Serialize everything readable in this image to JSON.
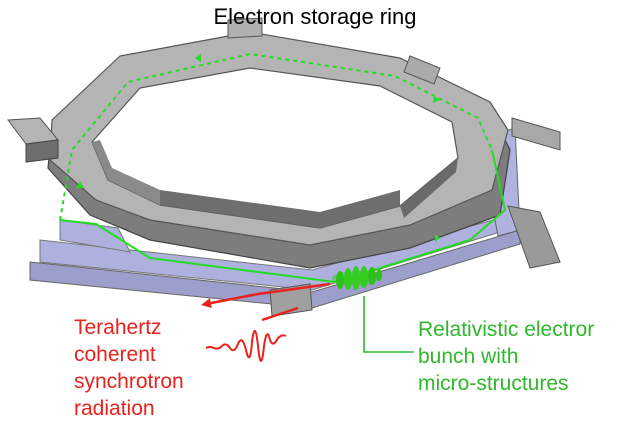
{
  "title": "Electron storage ring",
  "thz_label": {
    "lines": [
      "Terahertz",
      "coherent",
      "synchrotron",
      "radiation"
    ],
    "color": "#e8221c"
  },
  "bunch_label": {
    "lines": [
      "Relativistic electror",
      "bunch with",
      "micro-structures"
    ],
    "color": "#2fb82a"
  },
  "colors": {
    "ring_top": "#b4b4b4",
    "ring_side": "#7d7d7d",
    "ring_dark": "#4c4c4c",
    "floor": "#aeb0de",
    "beam": "#22dd22",
    "bunch": "#33cc1f",
    "radiation": "#e8221c"
  }
}
